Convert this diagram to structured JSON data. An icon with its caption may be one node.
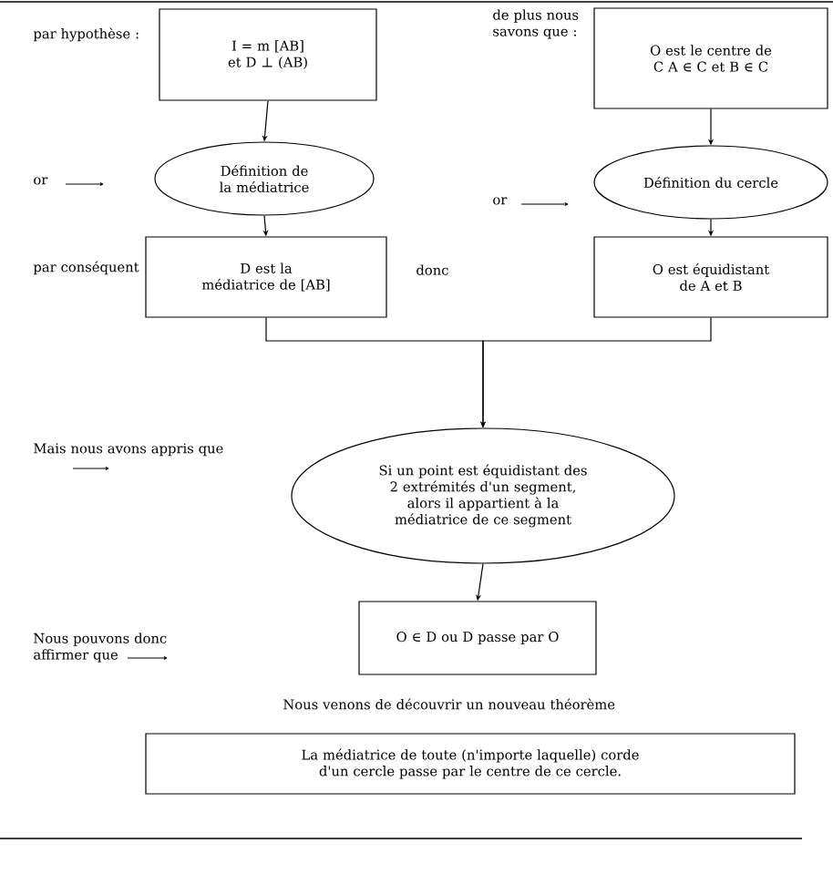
{
  "diagram": {
    "nodes": [
      {
        "text": [
          "I = m [AB] et D ⊥ (AB)"
        ]
      },
      {
        "text": [
          "O est le centre de C A ∈ C et B ∈ C"
        ]
      },
      {
        "text": [
          "Définition de la médiatrice"
        ]
      },
      {
        "text": [
          "Définition du cercle"
        ]
      },
      {
        "text": [
          "D est la médiatrice de [AB]"
        ]
      },
      {
        "text": [
          "O est équidistant de A et B"
        ]
      },
      {
        "text": [
          "Si un point est équidistant des 2 extrémités d'un segment, alors il appartient à la médiatrice de ce segment"
        ]
      },
      {
        "text": [
          "O ∈ D ou D passe par O"
        ]
      },
      {
        "text": [
          "La médiatrice de toute (n'importe laquelle) corde d'un cercle passe par le centre de ce cercle."
        ]
      }
    ],
    "edges": [
      {
        "from": 0,
        "to": 2,
        "arrow": "to"
      },
      {
        "from": 1,
        "to": 3,
        "arrow": "to"
      },
      {
        "from": 2,
        "to": 4,
        "arrow": "to"
      },
      {
        "from": 3,
        "to": 5,
        "arrow": "to"
      },
      {
        "from": 4,
        "to": 6,
        "arrow": "to"
      },
      {
        "from": 5,
        "to": 6,
        "arrow": "to"
      },
      {
        "from": 6,
        "to": 7,
        "arrow": "to"
      }
    ],
    "labels": [
      "par hypothèse :",
      "de plus nous savons que :",
      "or",
      "or",
      "par conséquent",
      "donc",
      "Mais nous avons appris que",
      "Nous pouvons donc affirmer que",
      "Nous venons de découvrir un nouveau théorème"
    ]
  }
}
